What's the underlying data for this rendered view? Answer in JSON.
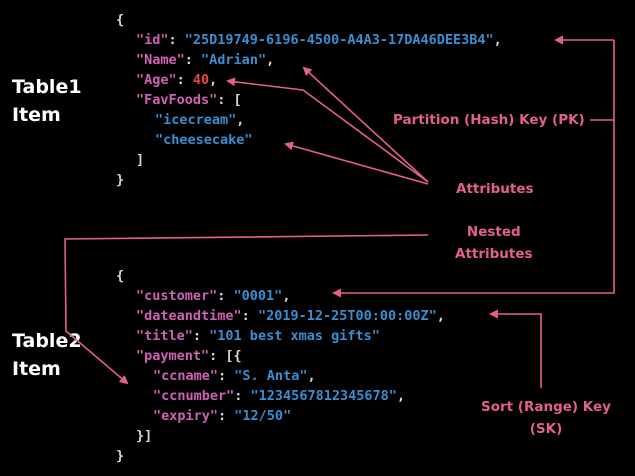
{
  "labels": {
    "table1": [
      "Table1",
      "Item"
    ],
    "table2": [
      "Table2",
      "Item"
    ],
    "partition_key": "Partition (Hash) Key (PK)",
    "attributes": "Attributes",
    "nested": [
      "Nested",
      "Attributes"
    ],
    "sort_key": [
      "Sort (Range) Key",
      "(SK)"
    ]
  },
  "item1": {
    "open": "{",
    "id_key": "\"id\"",
    "id_val": "\"25D19749-6196-4500-A4A3-17DA46DEE3B4\"",
    "name_key": "\"Name\"",
    "name_val": "\"Adrian\"",
    "age_key": "\"Age\"",
    "age_val": "40",
    "favfoods_key": "\"FavFoods\"",
    "open_bracket": "[",
    "food1": "\"icecream\"",
    "food2": "\"cheesecake\"",
    "close_bracket": "]",
    "close": "}"
  },
  "item2": {
    "open": "{",
    "customer_key": "\"customer\"",
    "customer_val": "\"0001\"",
    "datetime_key": "\"dateandtime\"",
    "datetime_val": "\"2019-12-25T00:00:00Z\"",
    "title_key": "\"title\"",
    "title_val": "\"101 best xmas gifts\"",
    "payment_key": "\"payment\"",
    "payment_open": "[{",
    "ccname_key": "\"ccname\"",
    "ccname_val": "\"S. Anta\"",
    "ccnumber_key": "\"ccnumber\"",
    "ccnumber_val": "\"1234567812345678\"",
    "expiry_key": "\"expiry\"",
    "expiry_val": "\"12/50\"",
    "payment_close": "}]",
    "close": "}"
  },
  "colors": {
    "key": "#cf62b5",
    "string": "#3a8fd3",
    "number": "#e8463f",
    "punct": "#d9d9d9",
    "annotation": "#e3608e",
    "label": "#ffffff",
    "background": "#000000"
  }
}
